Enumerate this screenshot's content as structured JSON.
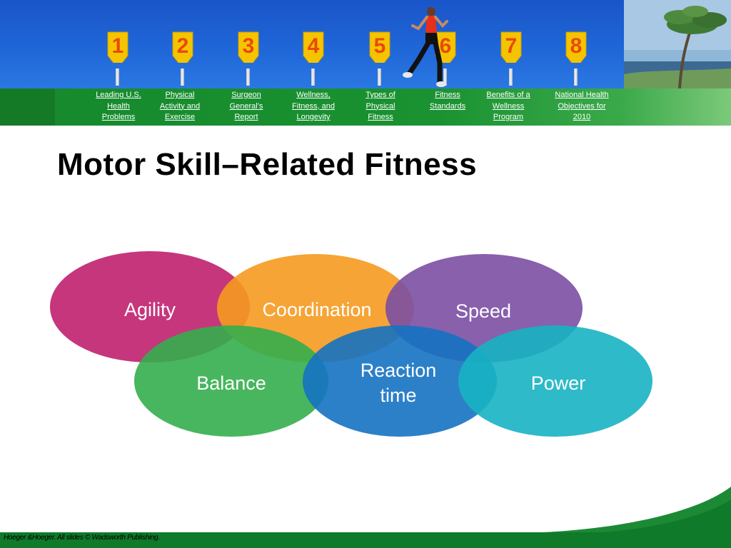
{
  "header": {
    "markers": [
      {
        "number": "1",
        "label": "Leading U.S. Health Problems"
      },
      {
        "number": "2",
        "label": "Physical Activity and Exercise"
      },
      {
        "number": "3",
        "label": "Surgeon General’s Report"
      },
      {
        "number": "4",
        "label": "Wellness, Fitness, and Longevity"
      },
      {
        "number": "5",
        "label": "Types of Physical Fitness"
      },
      {
        "number": "6",
        "label": "Fitness Standards"
      },
      {
        "number": "7",
        "label": "Benefits of a Wellness Program"
      },
      {
        "number": "8",
        "label": "National Health Objectives for 2010"
      }
    ],
    "nav_lines": [
      [
        "Leading U.S.",
        "Health",
        "Problems"
      ],
      [
        "Physical",
        "Activity and",
        "Exercise"
      ],
      [
        "Surgeon",
        "General’s",
        "Report"
      ],
      [
        "Wellness,",
        "Fitness, and",
        "Longevity"
      ],
      [
        "Types of",
        "Physical",
        "Fitness"
      ],
      [
        "Fitness",
        "Standards"
      ],
      [
        "Benefits of a",
        "Wellness",
        "Program"
      ],
      [
        "National Health",
        "Objectives for",
        "2010"
      ]
    ]
  },
  "slide": {
    "title": "Motor Skill–Related Fitness"
  },
  "diagram": {
    "components": [
      {
        "label": "Agility",
        "color": "#c0206e"
      },
      {
        "label": "Coordination",
        "color": "#f59a1f"
      },
      {
        "label": "Speed",
        "color": "#7b4fa3"
      },
      {
        "label": "Balance",
        "color": "#34ae4c"
      },
      {
        "label": "Reaction time",
        "color": "#1572c2"
      },
      {
        "label": "Power",
        "color": "#17b3c2"
      }
    ]
  },
  "colors": {
    "header_blue": "#1f66d8",
    "nav_green": "#1a9231",
    "marker_yellow": "#f5c400",
    "marker_number": "#e84a0c"
  },
  "footer": {
    "credit": "Hoeger &Hoeger. All slides © Wadsworth Publishing."
  }
}
